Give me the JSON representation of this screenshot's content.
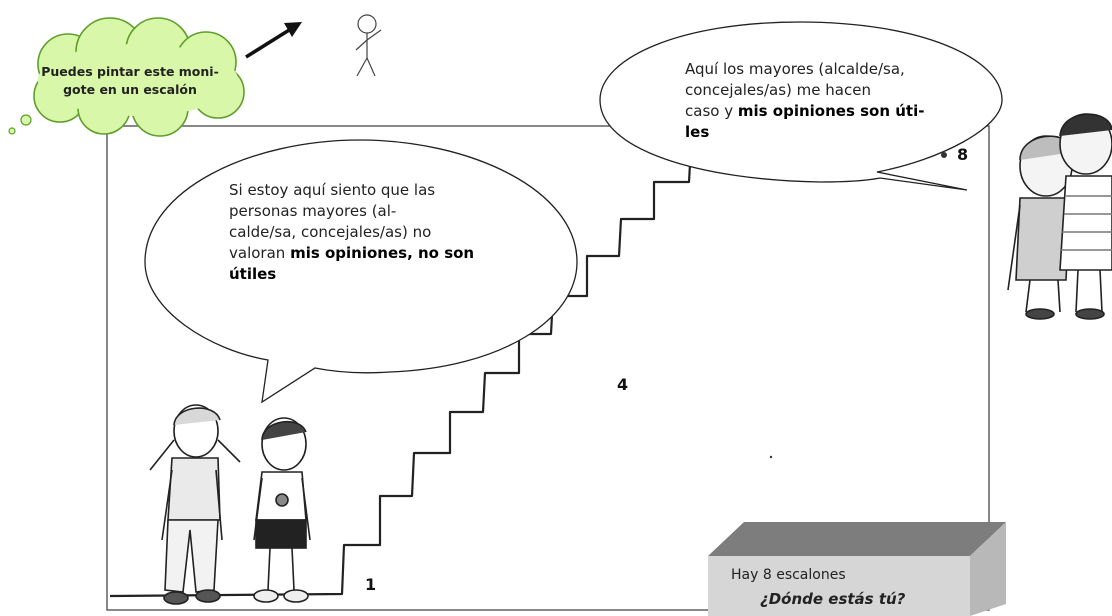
{
  "hint_cloud": {
    "line1": "Puedes pintar este moni-",
    "line2": "gote en un escalón"
  },
  "bubble_left": {
    "line1": "Si estoy aquí siento que las",
    "line2": "personas mayores (al-",
    "line3": "calde/sa, concejales/as) no",
    "line4_normal": "valoran ",
    "line4_bold": "mis opiniones, no son",
    "line5_bold": "útiles"
  },
  "bubble_right": {
    "line1": "Aquí los mayores (alcalde/sa,",
    "line2": "concejales/as) me hacen",
    "line3_normal": "caso y ",
    "line3_bold": "mis opiniones son úti-",
    "line4_bold": "les"
  },
  "steps": {
    "first": "1",
    "middle": "4",
    "last": "8"
  },
  "info_box": {
    "line1": "Hay 8 escalones",
    "line2": "¿Dónde estás tú?"
  },
  "colors": {
    "cloud_fill": "#d9f7a8",
    "box_top": "#7d7d7d",
    "box_front": "#d6d6d6",
    "box_side": "#b8b8b8"
  }
}
